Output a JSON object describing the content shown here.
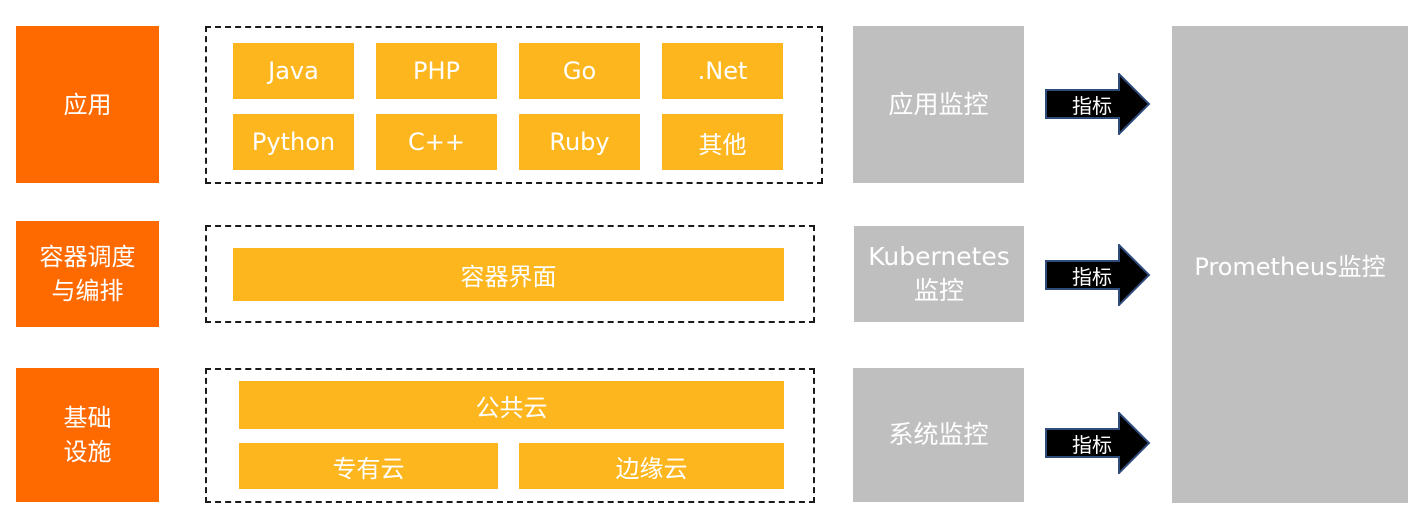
{
  "layers": [
    {
      "label": "应用"
    },
    {
      "label": "容器调度\n与编排"
    },
    {
      "label": "基础\n设施"
    }
  ],
  "applications": {
    "items": [
      "Java",
      "PHP",
      "Go",
      ".Net",
      "Python",
      "C++",
      "Ruby",
      "其他"
    ]
  },
  "container": {
    "items": [
      "容器界面"
    ]
  },
  "infrastructure": {
    "items": [
      "公共云",
      "专有云",
      "边缘云"
    ]
  },
  "monitors": [
    {
      "label": "应用监控"
    },
    {
      "label": "Kubernetes\n监控"
    },
    {
      "label": "系统监控"
    }
  ],
  "arrows": [
    {
      "label": "指标"
    },
    {
      "label": "指标"
    },
    {
      "label": "指标"
    }
  ],
  "prometheus": {
    "label": "Prometheus监控"
  },
  "colors": {
    "layer": "#ff6a00",
    "tile": "#fdb61d",
    "monitor": "#bfbfbf",
    "arrow_fill": "#000000",
    "arrow_stroke": "#2f4b7c"
  }
}
